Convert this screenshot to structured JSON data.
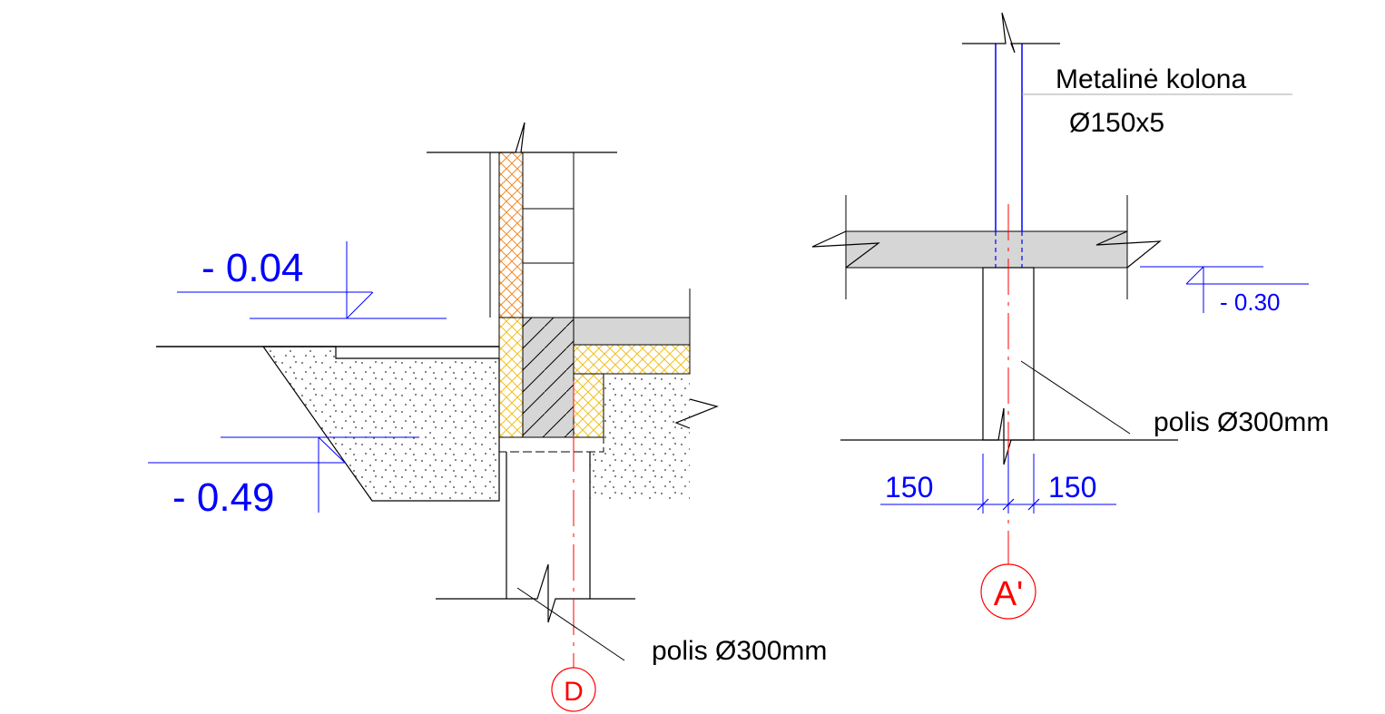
{
  "colors": {
    "outline": "#000000",
    "dimension": "#0000ff",
    "axis": "#ff0000",
    "insulation_orange": "#f08c28",
    "insulation_yellow": "#f0c020",
    "concrete_fill": "#d6d6d6",
    "sand_dot": "#333333"
  },
  "left_detail": {
    "level_top": "- 0.04",
    "level_bottom": "- 0.49",
    "pile_label": "polis Ø300mm",
    "axis_label": "D"
  },
  "right_detail": {
    "column_label_line1": "Metalinė kolona",
    "column_label_line2": "Ø150x5",
    "level": "- 0.30",
    "pile_label": "polis Ø300mm",
    "dim_left": "150",
    "dim_right": "150",
    "axis_label": "A'"
  }
}
